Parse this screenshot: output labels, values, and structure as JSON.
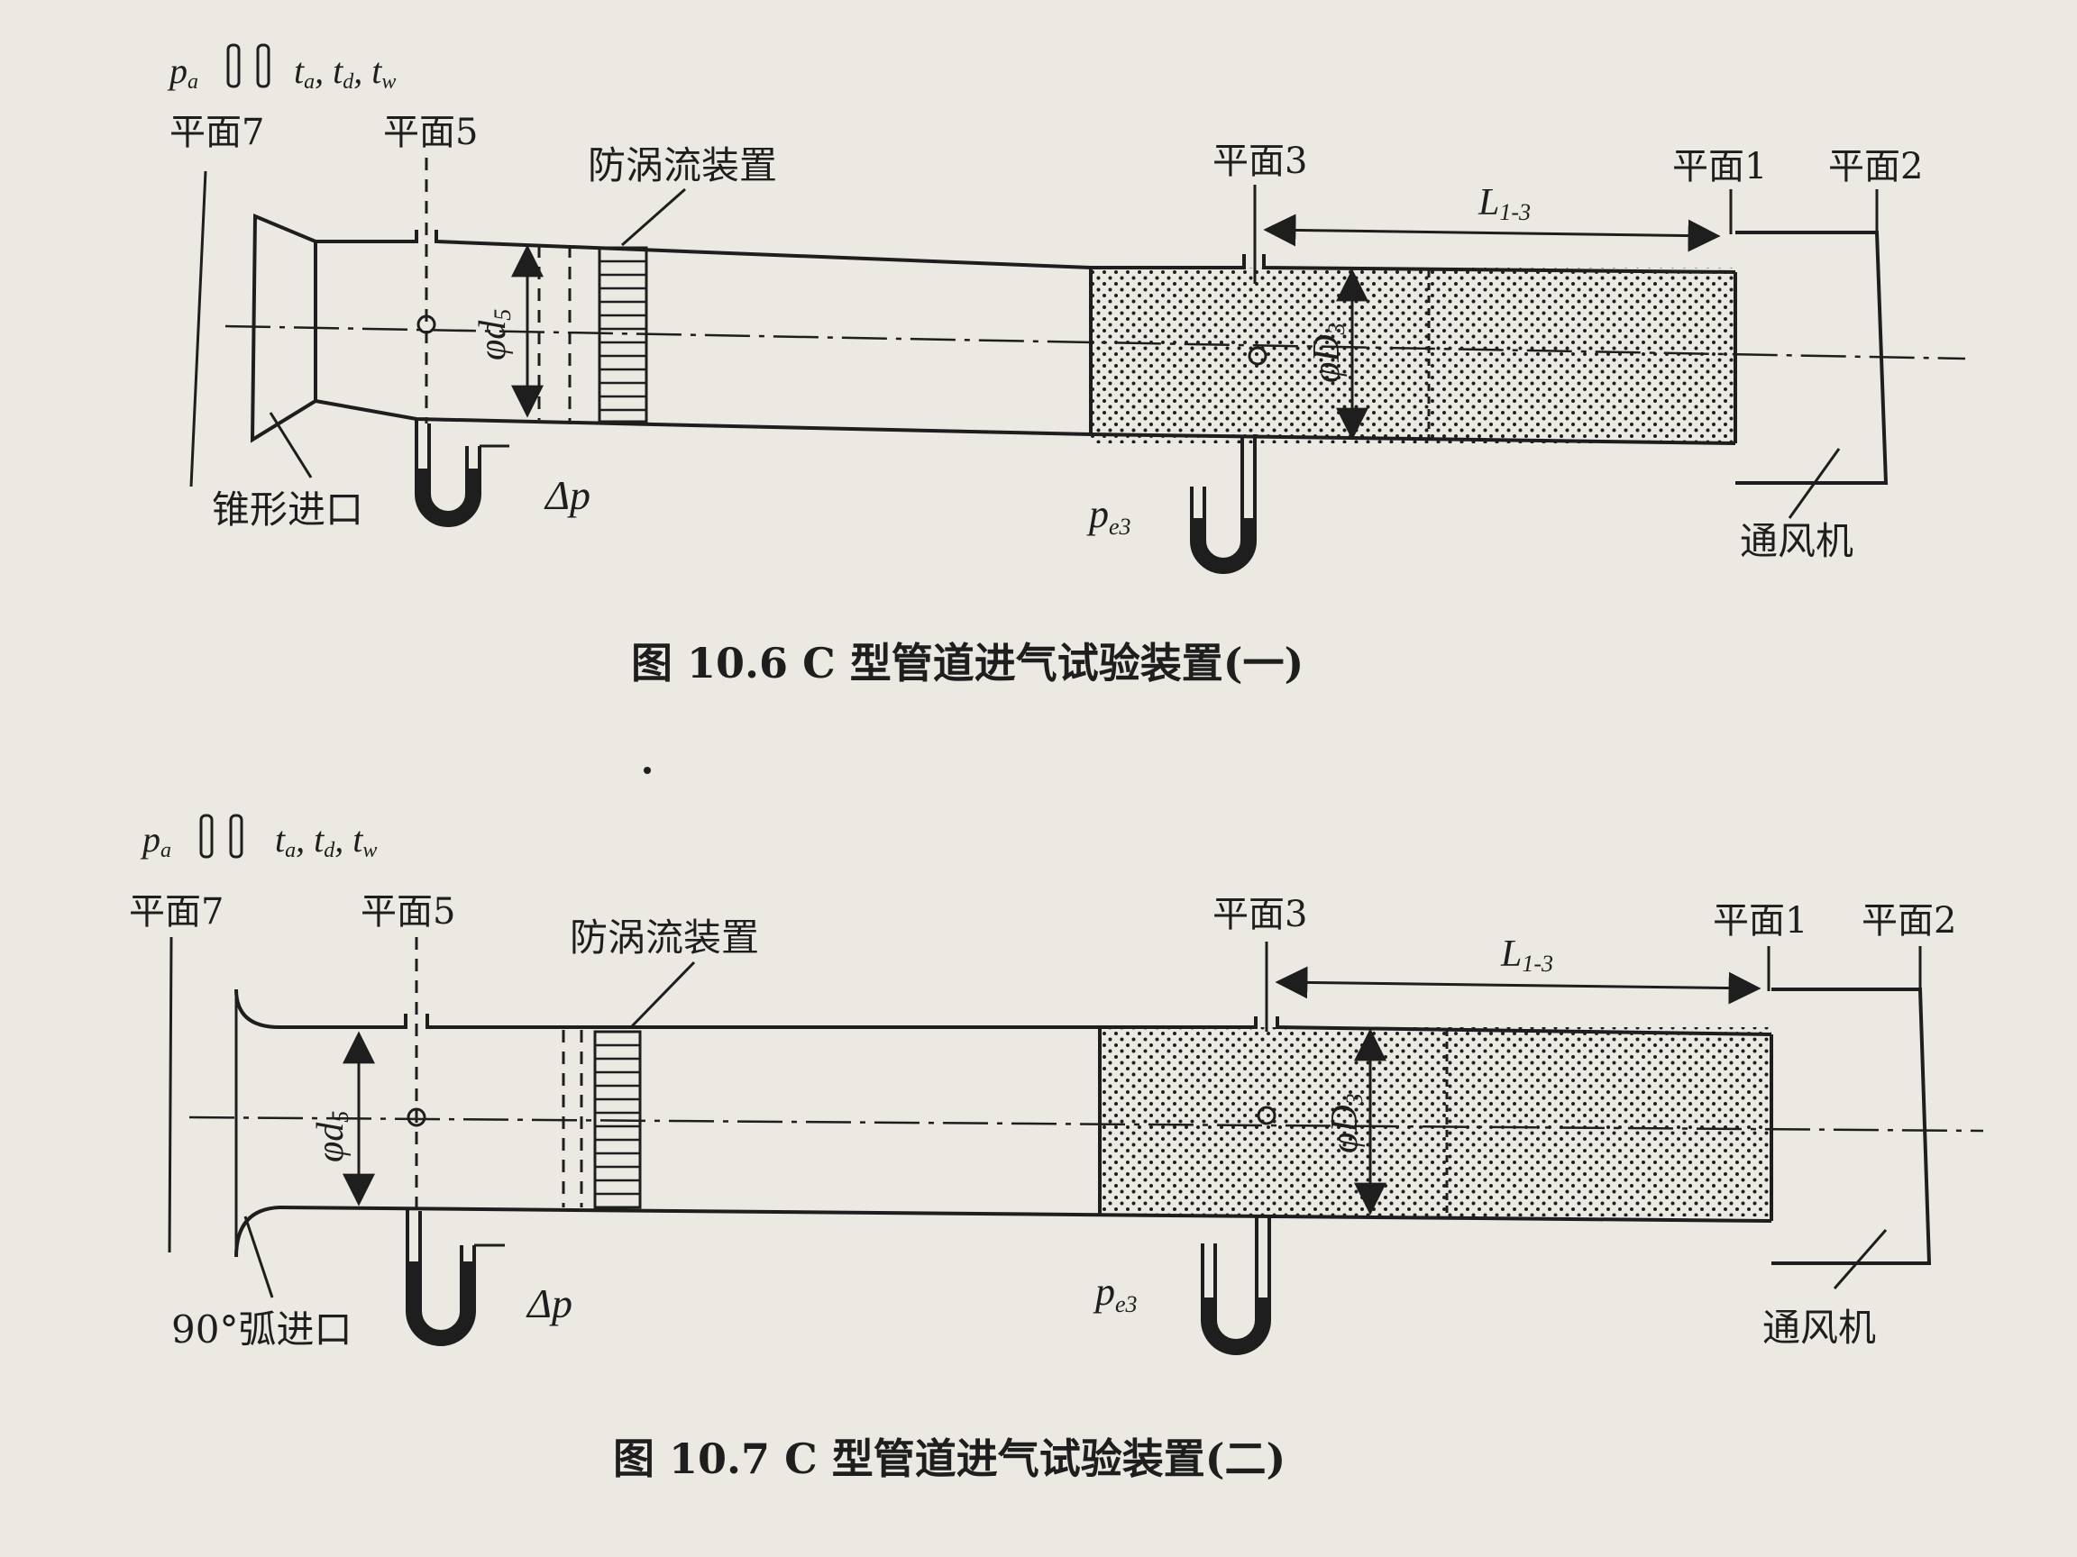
{
  "figure1": {
    "caption": "图 10.6   C 型管道进气试验装置(一)",
    "header_pa": "p",
    "header_pa_sub": "a",
    "header_t": "t",
    "header_ta_sub": "a",
    "header_comma": ",",
    "header_td_sub": "d",
    "header_tw_sub": "w",
    "plane7": "平面7",
    "plane5": "平面5",
    "plane3": "平面3",
    "plane1": "平面1",
    "plane2": "平面2",
    "anti_swirl": "防涡流装置",
    "L": "L",
    "L_sub": "1-3",
    "phi_d5": "φd",
    "phi_d5_sub": "5",
    "phi_D3": "φD",
    "phi_D3_sub": "3",
    "delta_p": "Δp",
    "pe3": "p",
    "pe3_sub": "e3",
    "inlet": "锥形进口",
    "fan": "通风机"
  },
  "figure2": {
    "caption": "图 10.7   C 型管道进气试验装置(二)",
    "header_pa": "p",
    "header_pa_sub": "a",
    "header_t": "t",
    "header_ta_sub": "a",
    "header_comma": ",",
    "header_td_sub": "d",
    "header_tw_sub": "w",
    "plane7": "平面7",
    "plane5": "平面5",
    "plane3": "平面3",
    "plane1": "平面1",
    "plane2": "平面2",
    "anti_swirl": "防涡流装置",
    "L": "L",
    "L_sub": "1-3",
    "phi_d5": "φd",
    "phi_d5_sub": "5",
    "phi_D3": "φD",
    "phi_D3_sub": "3",
    "delta_p": "Δp",
    "pe3": "p",
    "pe3_sub": "e3",
    "inlet": "90°弧进口",
    "fan": "通风机"
  },
  "colors": {
    "ink": "#1e1e1e",
    "paper": "#ece9e3"
  }
}
